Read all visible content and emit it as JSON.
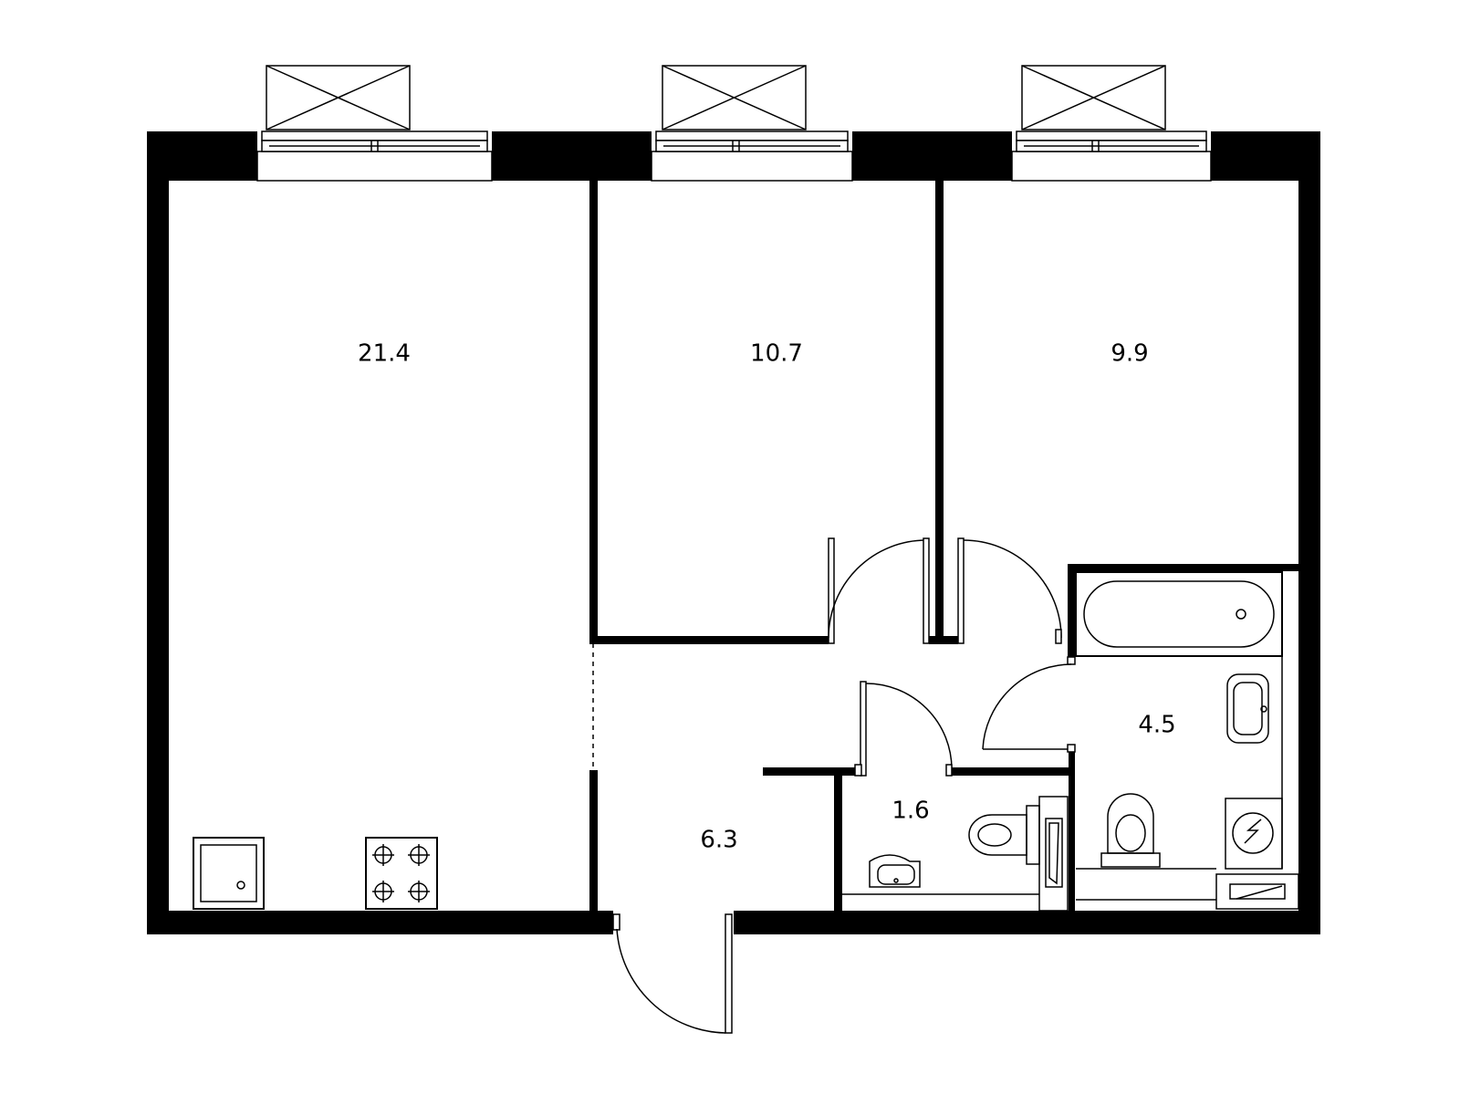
{
  "rooms": [
    {
      "id": "living-kitchen",
      "area": "21.4"
    },
    {
      "id": "bedroom-1",
      "area": "10.7"
    },
    {
      "id": "bedroom-2",
      "area": "9.9"
    },
    {
      "id": "bathroom",
      "area": "4.5"
    },
    {
      "id": "toilet",
      "area": "1.6"
    },
    {
      "id": "hallway",
      "area": "6.3"
    }
  ],
  "colors": {
    "wall": "#000000",
    "background": "#ffffff"
  }
}
